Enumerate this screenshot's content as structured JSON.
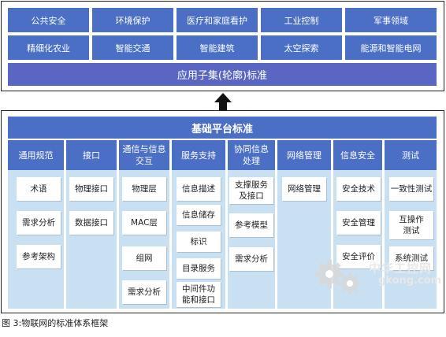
{
  "top": {
    "row1": [
      "公共安全",
      "环境保护",
      "医疗和家庭看护",
      "工业控制",
      "军事领域"
    ],
    "row2": [
      "精细化农业",
      "智能交通",
      "智能建筑",
      "太空探索",
      "能源和智能电网"
    ],
    "banner": "应用子集(轮廓)标准"
  },
  "platform": {
    "title": "基础平台标准",
    "columns": [
      {
        "head": "通用规范",
        "items": [
          "术语",
          "需求分析",
          "参考架构"
        ]
      },
      {
        "head": "接口",
        "items": [
          "物理接口",
          "数据接口"
        ]
      },
      {
        "head": "通信与信息交互",
        "items": [
          "物理层",
          "MAC层",
          "组网",
          "需求分析"
        ]
      },
      {
        "head": "服务支持",
        "items": [
          "信息描述",
          "信息储存",
          "标识",
          "目录服务",
          "中间件功能和接口"
        ]
      },
      {
        "head": "协同信息处理",
        "items": [
          "支撑服务及接口",
          "参考模型",
          "需求分析"
        ]
      },
      {
        "head": "网络管理",
        "items": [
          "网络管理"
        ]
      },
      {
        "head": "信息安全",
        "items": [
          "安全技术",
          "安全管理",
          "安全评价"
        ]
      },
      {
        "head": "测试",
        "items": [
          "一致性测试",
          "互操作测试",
          "系统测试"
        ]
      }
    ]
  },
  "watermark": {
    "cn": "中华工控网",
    "url": "gkong.com"
  },
  "caption": "图 3:物联网的标准体系框架",
  "colors": {
    "header_blue": "#4a6fc4",
    "banner_blue": "#5a67c2",
    "panel_blue": "#c9dff2"
  }
}
